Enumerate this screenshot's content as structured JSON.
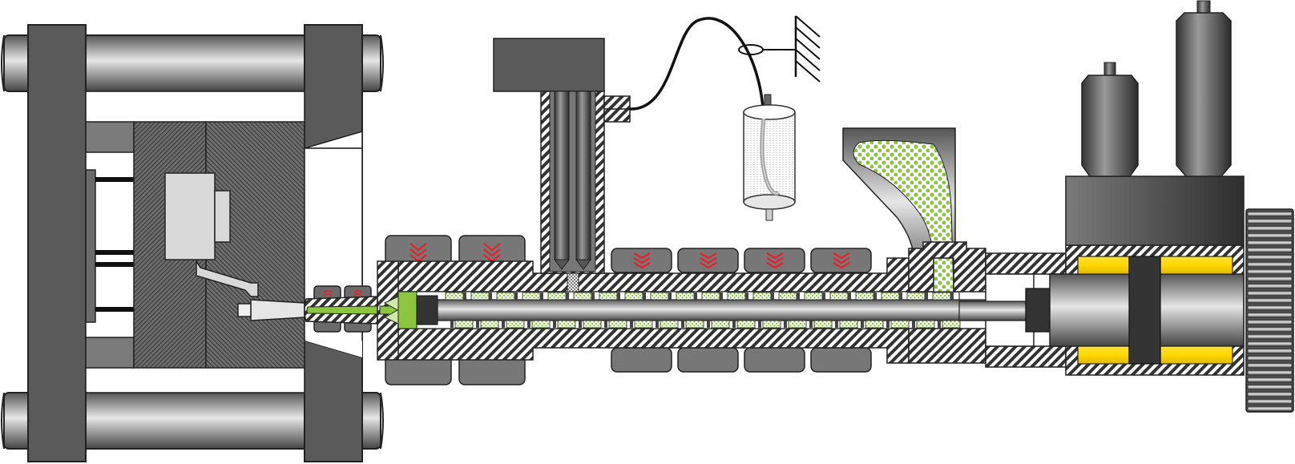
{
  "diagram": {
    "title": "",
    "labels": [],
    "components": [
      {
        "id": "clamping-unit",
        "icon": "clamp-frame-icon"
      },
      {
        "id": "tie-bars",
        "icon": "tie-bar-icon"
      },
      {
        "id": "mould",
        "icon": "mould-icon"
      },
      {
        "id": "ejector-plate",
        "icon": "ejector-icon"
      },
      {
        "id": "nozzle",
        "icon": "nozzle-icon"
      },
      {
        "id": "barrel",
        "icon": "barrel-icon"
      },
      {
        "id": "heater-bands",
        "icon": "heater-icon"
      },
      {
        "id": "screw",
        "icon": "screw-icon"
      },
      {
        "id": "gas-injector",
        "icon": "injector-icon"
      },
      {
        "id": "gas-cylinder",
        "icon": "cylinder-icon"
      },
      {
        "id": "hopper",
        "icon": "hopper-icon"
      },
      {
        "id": "hydraulic-drive",
        "icon": "hydraulic-icon"
      },
      {
        "id": "motor",
        "icon": "motor-icon"
      },
      {
        "id": "ground",
        "icon": "ground-icon"
      }
    ],
    "colors": {
      "frame": "#5a5a5a",
      "platen": "#6b6b6b",
      "hatch": "#333333",
      "polymer": "#8cc63f",
      "heat_wave": "#e3242b",
      "piston_yellow": "#f5d90a",
      "heater": "#777777",
      "light_gray": "#d9d9d9"
    }
  }
}
